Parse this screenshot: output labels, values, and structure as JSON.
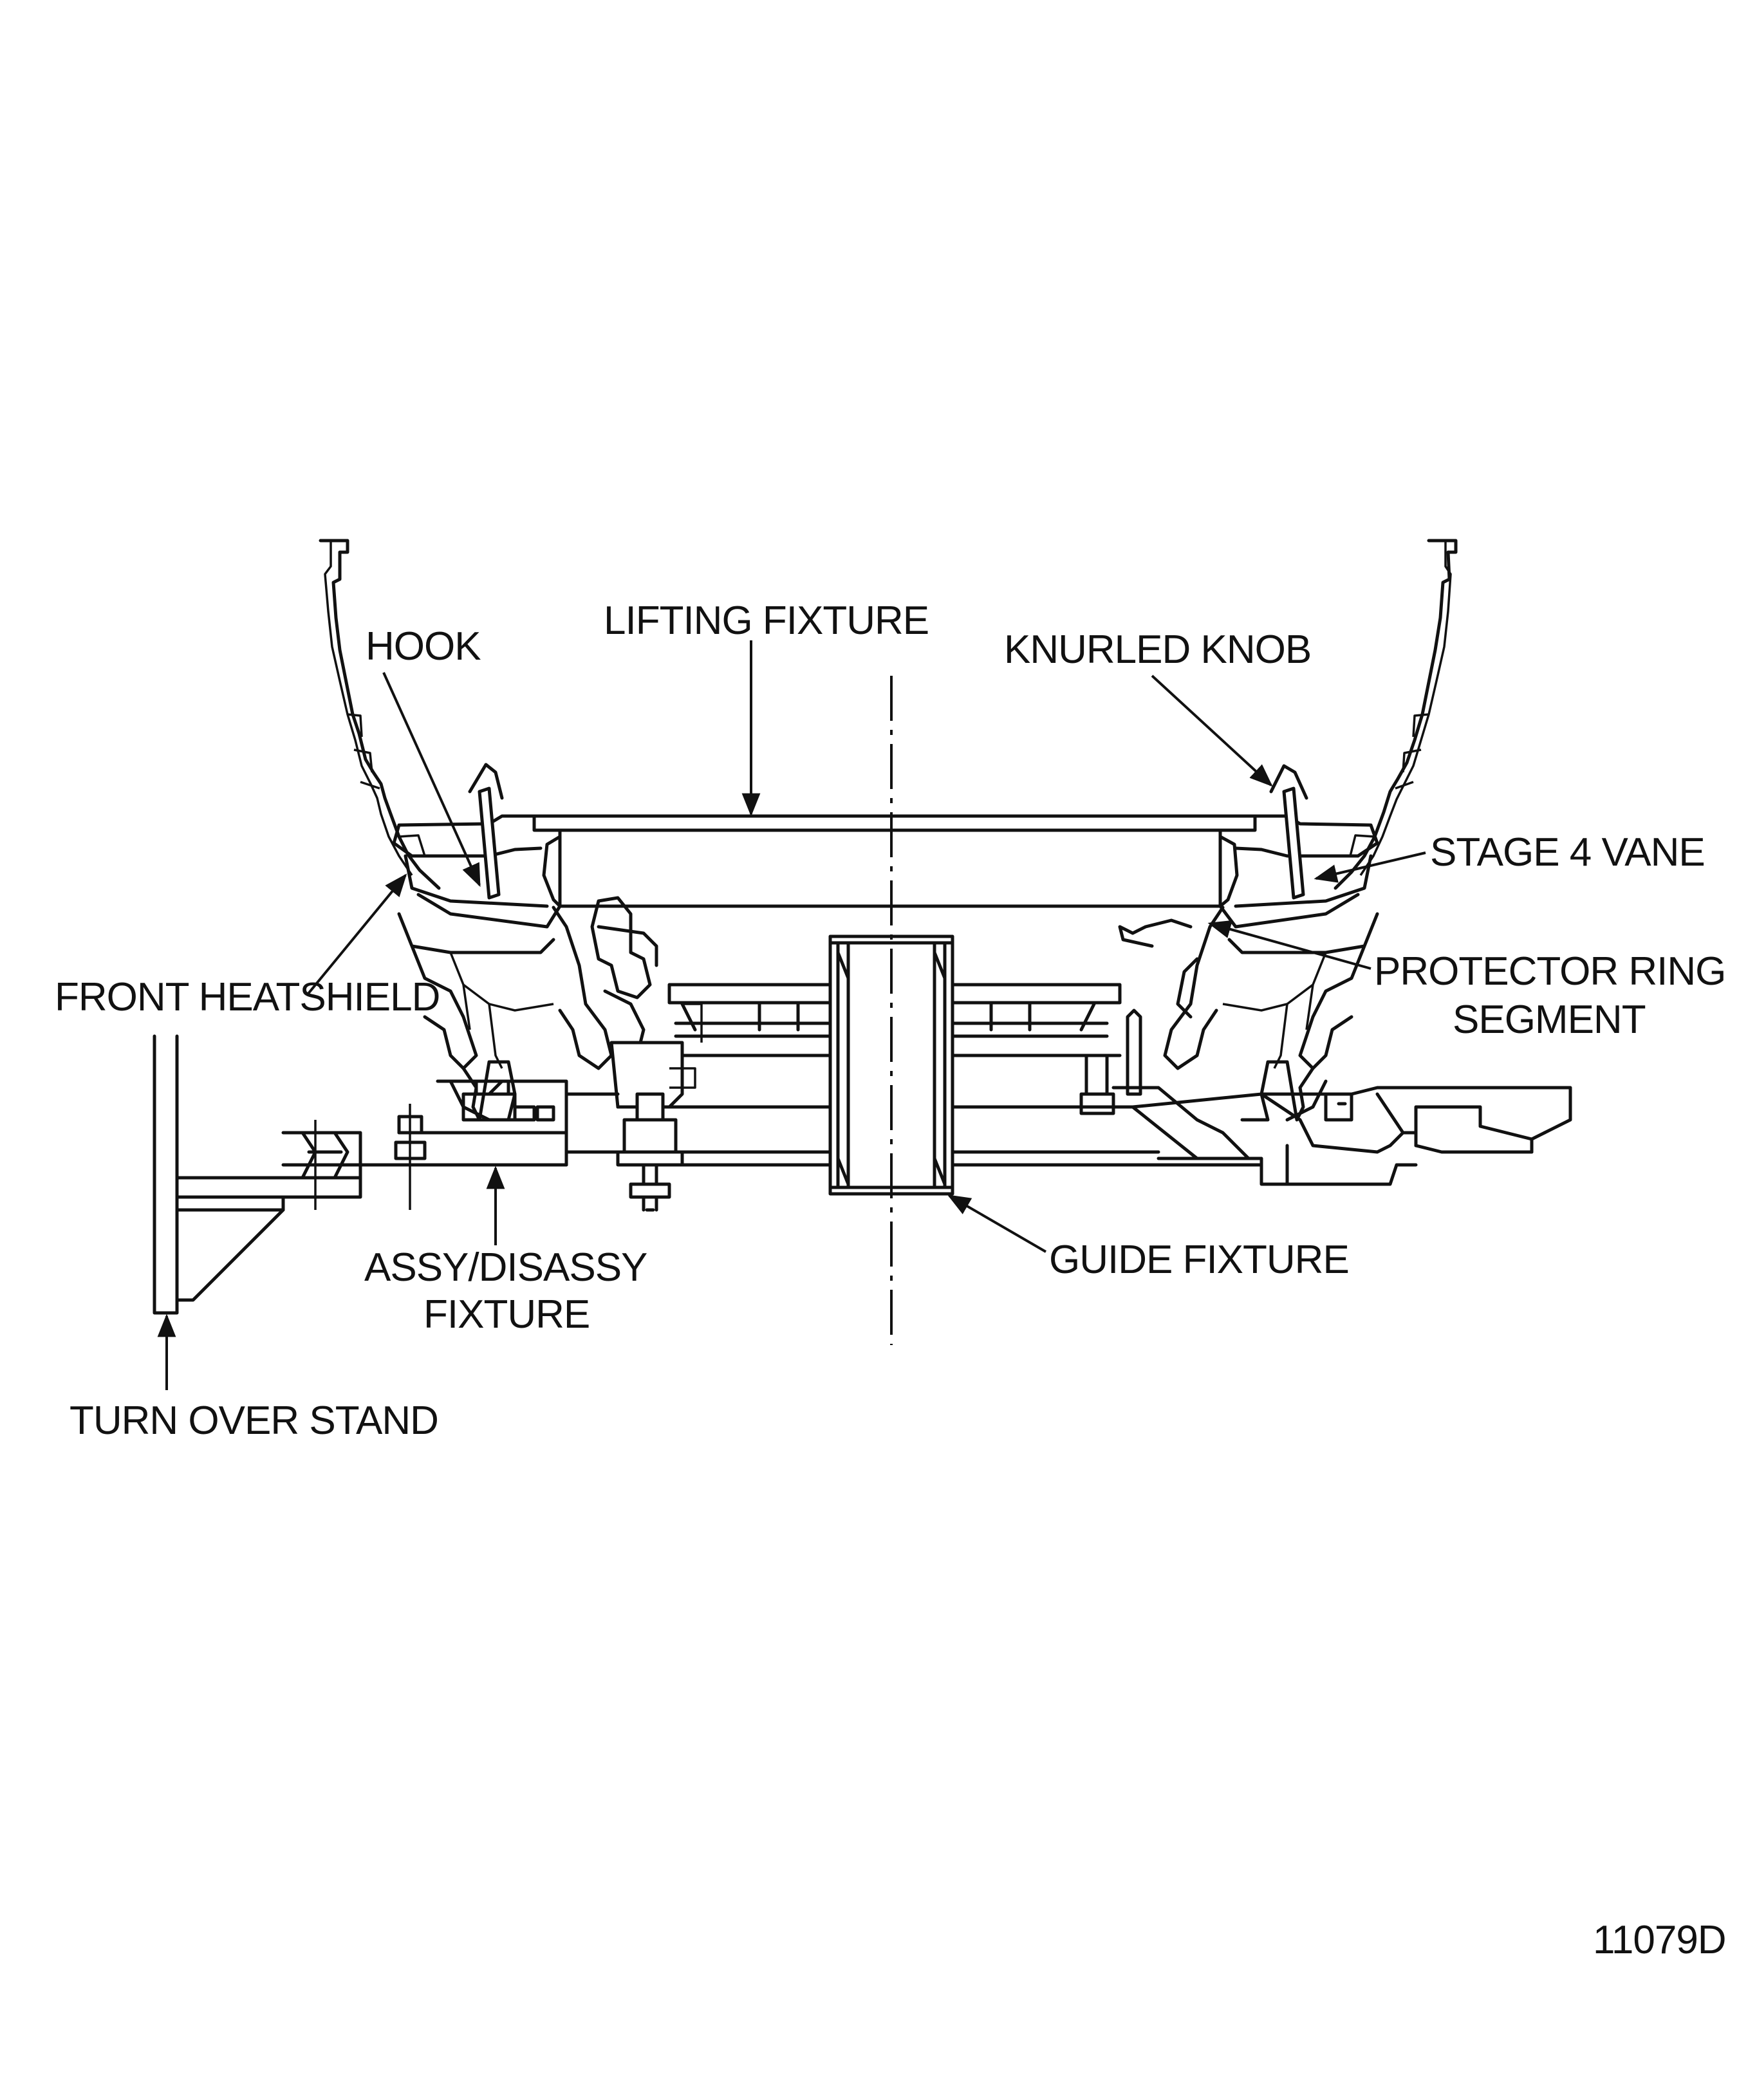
{
  "labels": {
    "lifting_fixture": "LIFTING FIXTURE",
    "hook": "HOOK",
    "knurled_knob": "KNURLED KNOB",
    "stage_4_vane": "STAGE 4 VANE",
    "front_heatshield": "FRONT HEATSHIELD",
    "protector_ring_line1": "PROTECTOR RING",
    "protector_ring_line2": "SEGMENT",
    "assy_disassy_line1": "ASSY/DISASSY",
    "assy_disassy_line2": "FIXTURE",
    "guide_fixture": "GUIDE FIXTURE",
    "turn_over_stand": "TURN OVER STAND"
  },
  "figure_number": "11079D"
}
